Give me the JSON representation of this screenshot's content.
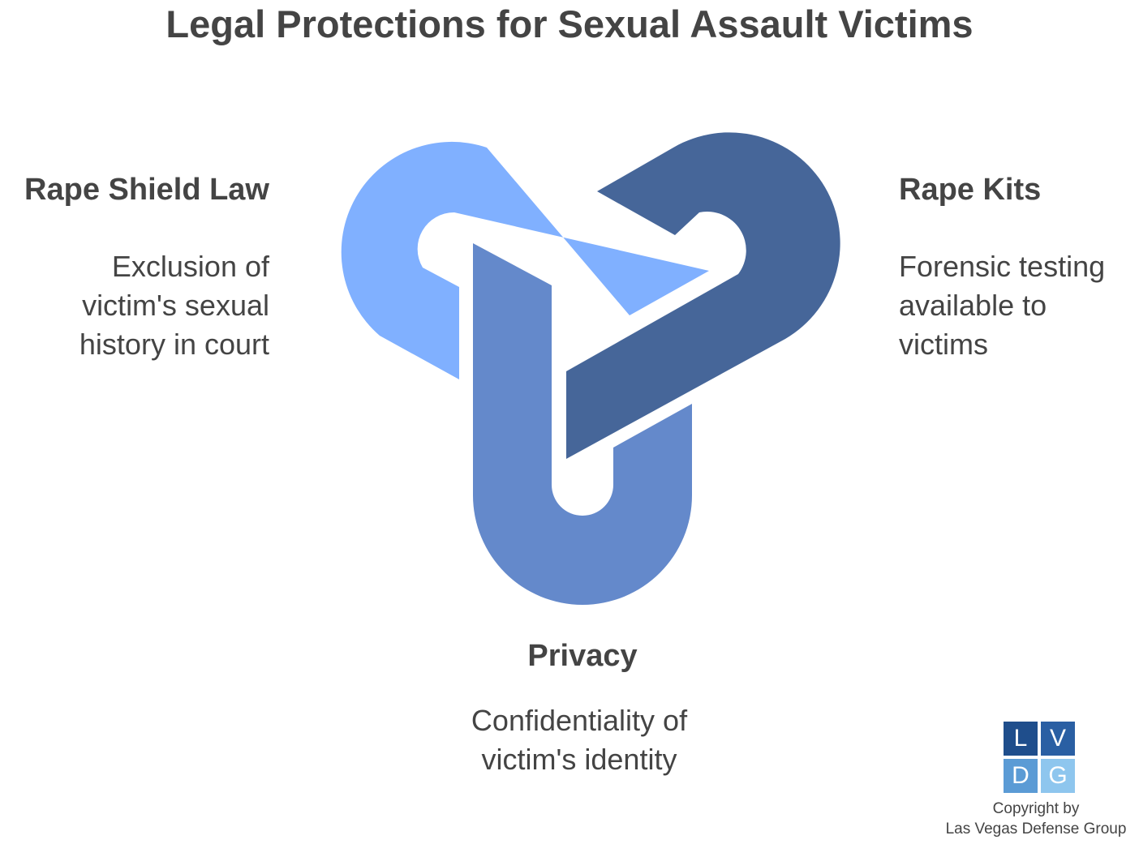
{
  "title": "Legal Protections for Sexual Assault Victims",
  "items": [
    {
      "heading": "Rape Shield Law",
      "description_lines": [
        "Exclusion of",
        "victim's sexual",
        "history in court"
      ],
      "color": "#80b0ff"
    },
    {
      "heading": "Rape Kits",
      "description_lines": [
        "Forensic testing",
        "available to",
        "victims"
      ],
      "color": "#466699"
    },
    {
      "heading": "Privacy",
      "description_lines": [
        "Confidentiality of",
        "victim's identity"
      ],
      "color": "#6489cb"
    }
  ],
  "logo": {
    "letters": [
      "L",
      "V",
      "D",
      "G"
    ],
    "colors": [
      "#1f4e8c",
      "#2a5fa3",
      "#5b9bd5",
      "#8ec6ee"
    ]
  },
  "copyright_lines": [
    "Copyright by",
    "Las Vegas Defense Group"
  ]
}
